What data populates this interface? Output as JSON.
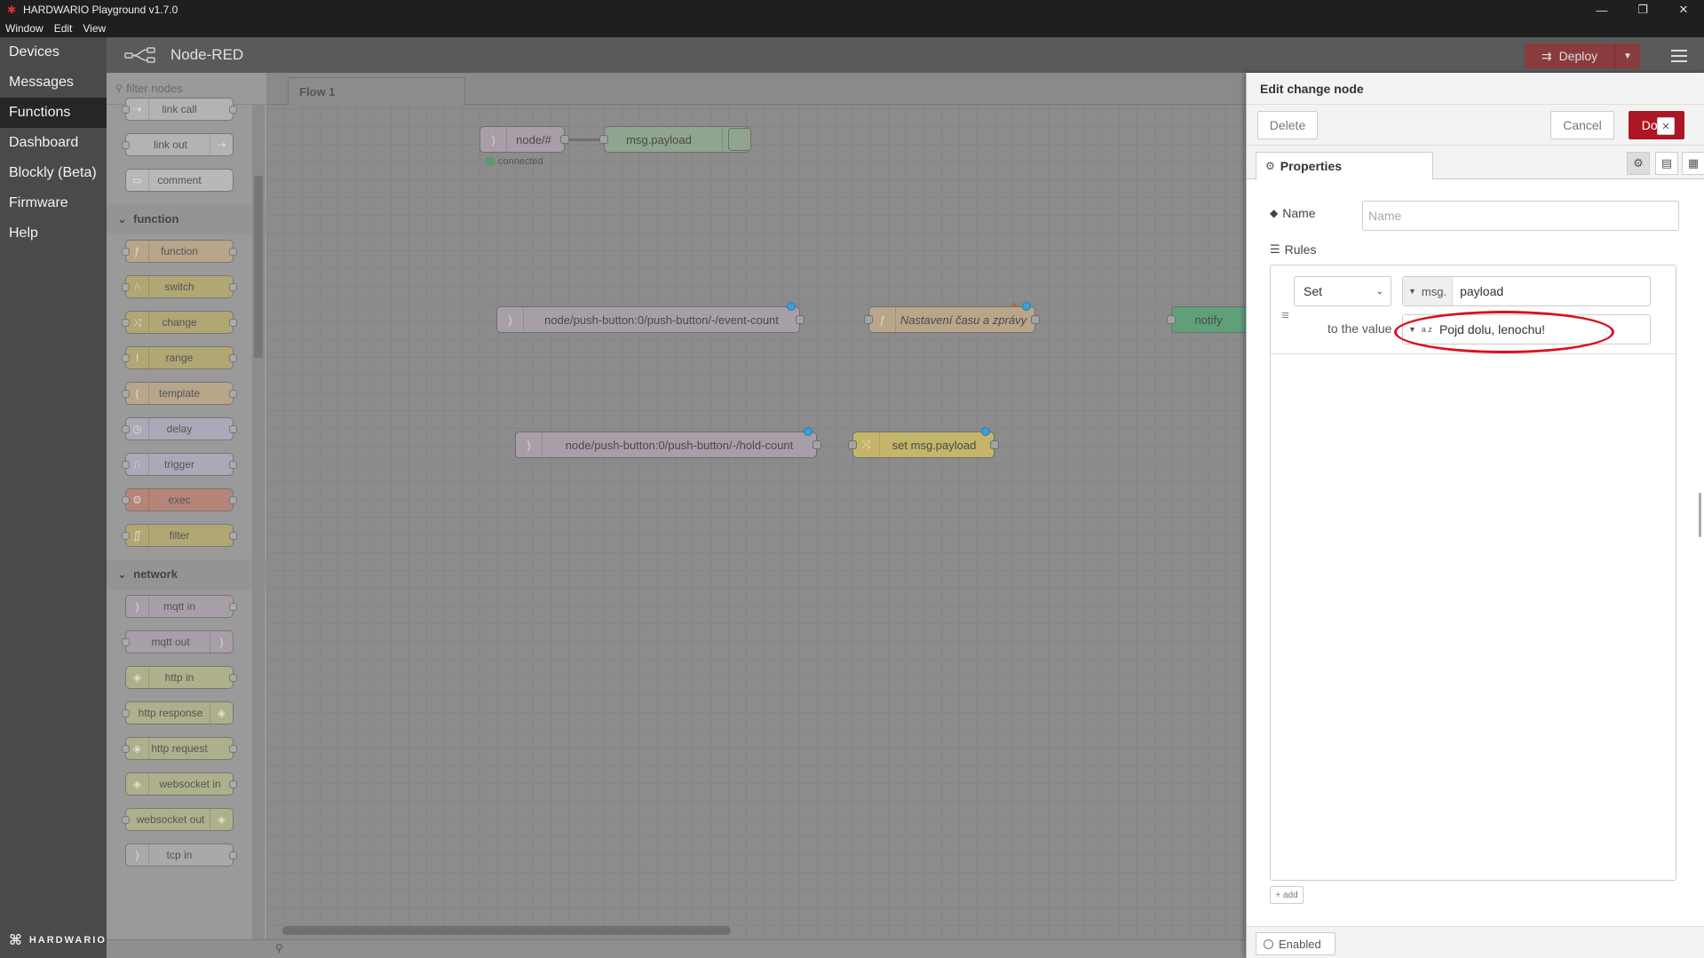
{
  "window": {
    "title": "HARDWARIO Playground v1.7.0",
    "menu": [
      "Window",
      "Edit",
      "View"
    ],
    "controls": {
      "minimize": "—",
      "restore": "❐",
      "close": "✕"
    }
  },
  "appnav": {
    "items": [
      "Devices",
      "Messages",
      "Functions",
      "Dashboard",
      "Blockly (Beta)",
      "Firmware",
      "Help"
    ],
    "active": "Functions",
    "brand": "HARDWARIO"
  },
  "header": {
    "title": "Node-RED",
    "deploy_label": "Deploy"
  },
  "palette": {
    "filter_placeholder": "filter nodes",
    "top_nodes": [
      "link call",
      "link out",
      "comment"
    ],
    "function_category": "function",
    "function_nodes": [
      "function",
      "switch",
      "change",
      "range",
      "template",
      "delay",
      "trigger",
      "exec",
      "filter"
    ],
    "network_category": "network",
    "network_nodes": [
      "mqtt in",
      "mqtt out",
      "http in",
      "http response",
      "http request",
      "websocket in",
      "websocket out",
      "tcp in"
    ]
  },
  "workspace": {
    "tab": "Flow 1",
    "nodes": {
      "mqtt_all": "node/#",
      "debug": "msg.payload",
      "status_connected": "connected",
      "event_count": "node/push-button:0/push-button/-/event-count",
      "function_time": "Nastavení času a zprávy",
      "notify": "notify",
      "hold_count": "node/push-button:0/push-button/-/hold-count",
      "set_payload": "set msg.payload"
    }
  },
  "editor": {
    "title": "Edit change node",
    "delete_label": "Delete",
    "cancel_label": "Cancel",
    "done_label": "Done",
    "tab_properties": "Properties",
    "name_label": "Name",
    "name_placeholder": "Name",
    "rules_label": "Rules",
    "rule": {
      "action": "Set",
      "target_type": "msg.",
      "target_value": "payload",
      "to_label": "to the value",
      "value_type": "a z",
      "value": "Pojd dolu, lenochu!"
    },
    "add_label": "add",
    "enabled_label": "Enabled"
  },
  "colors": {
    "deploy": "#8a3b3e",
    "done": "#ad1625",
    "highlight": "#d8121e",
    "sidebar_active": "#262626"
  }
}
